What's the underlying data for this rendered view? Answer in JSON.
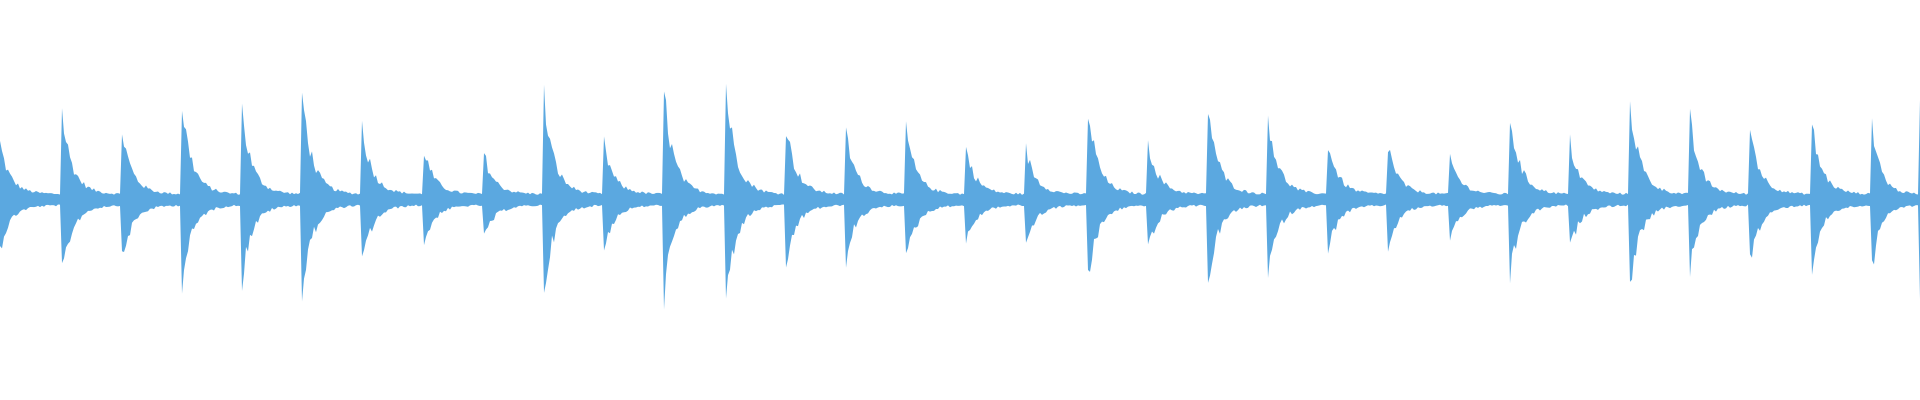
{
  "waveform": {
    "color": "#5ba8e0",
    "background": "#ffffff",
    "baseline_amplitude": 0.03,
    "onset_times": [
      0.0,
      0.0314,
      0.0628,
      0.0943,
      0.1257,
      0.1571,
      0.1885,
      0.22,
      0.2514,
      0.2828,
      0.3142,
      0.3457,
      0.3771,
      0.4085,
      0.4399,
      0.4714,
      0.5028,
      0.5342,
      0.5657,
      0.5971,
      0.6285,
      0.6599,
      0.6914,
      0.7228,
      0.7542,
      0.7856,
      0.8171,
      0.8485,
      0.8799,
      0.9113,
      0.9428,
      0.9742,
      1.0
    ],
    "onset_peak_amplitudes": [
      0.23,
      0.42,
      0.33,
      0.43,
      0.39,
      0.46,
      0.31,
      0.24,
      0.21,
      0.46,
      0.24,
      0.45,
      0.56,
      0.36,
      0.31,
      0.32,
      0.22,
      0.21,
      0.45,
      0.28,
      0.45,
      0.39,
      0.25,
      0.23,
      0.21,
      0.41,
      0.26,
      0.45,
      0.34,
      0.31,
      0.36,
      0.4
    ]
  }
}
